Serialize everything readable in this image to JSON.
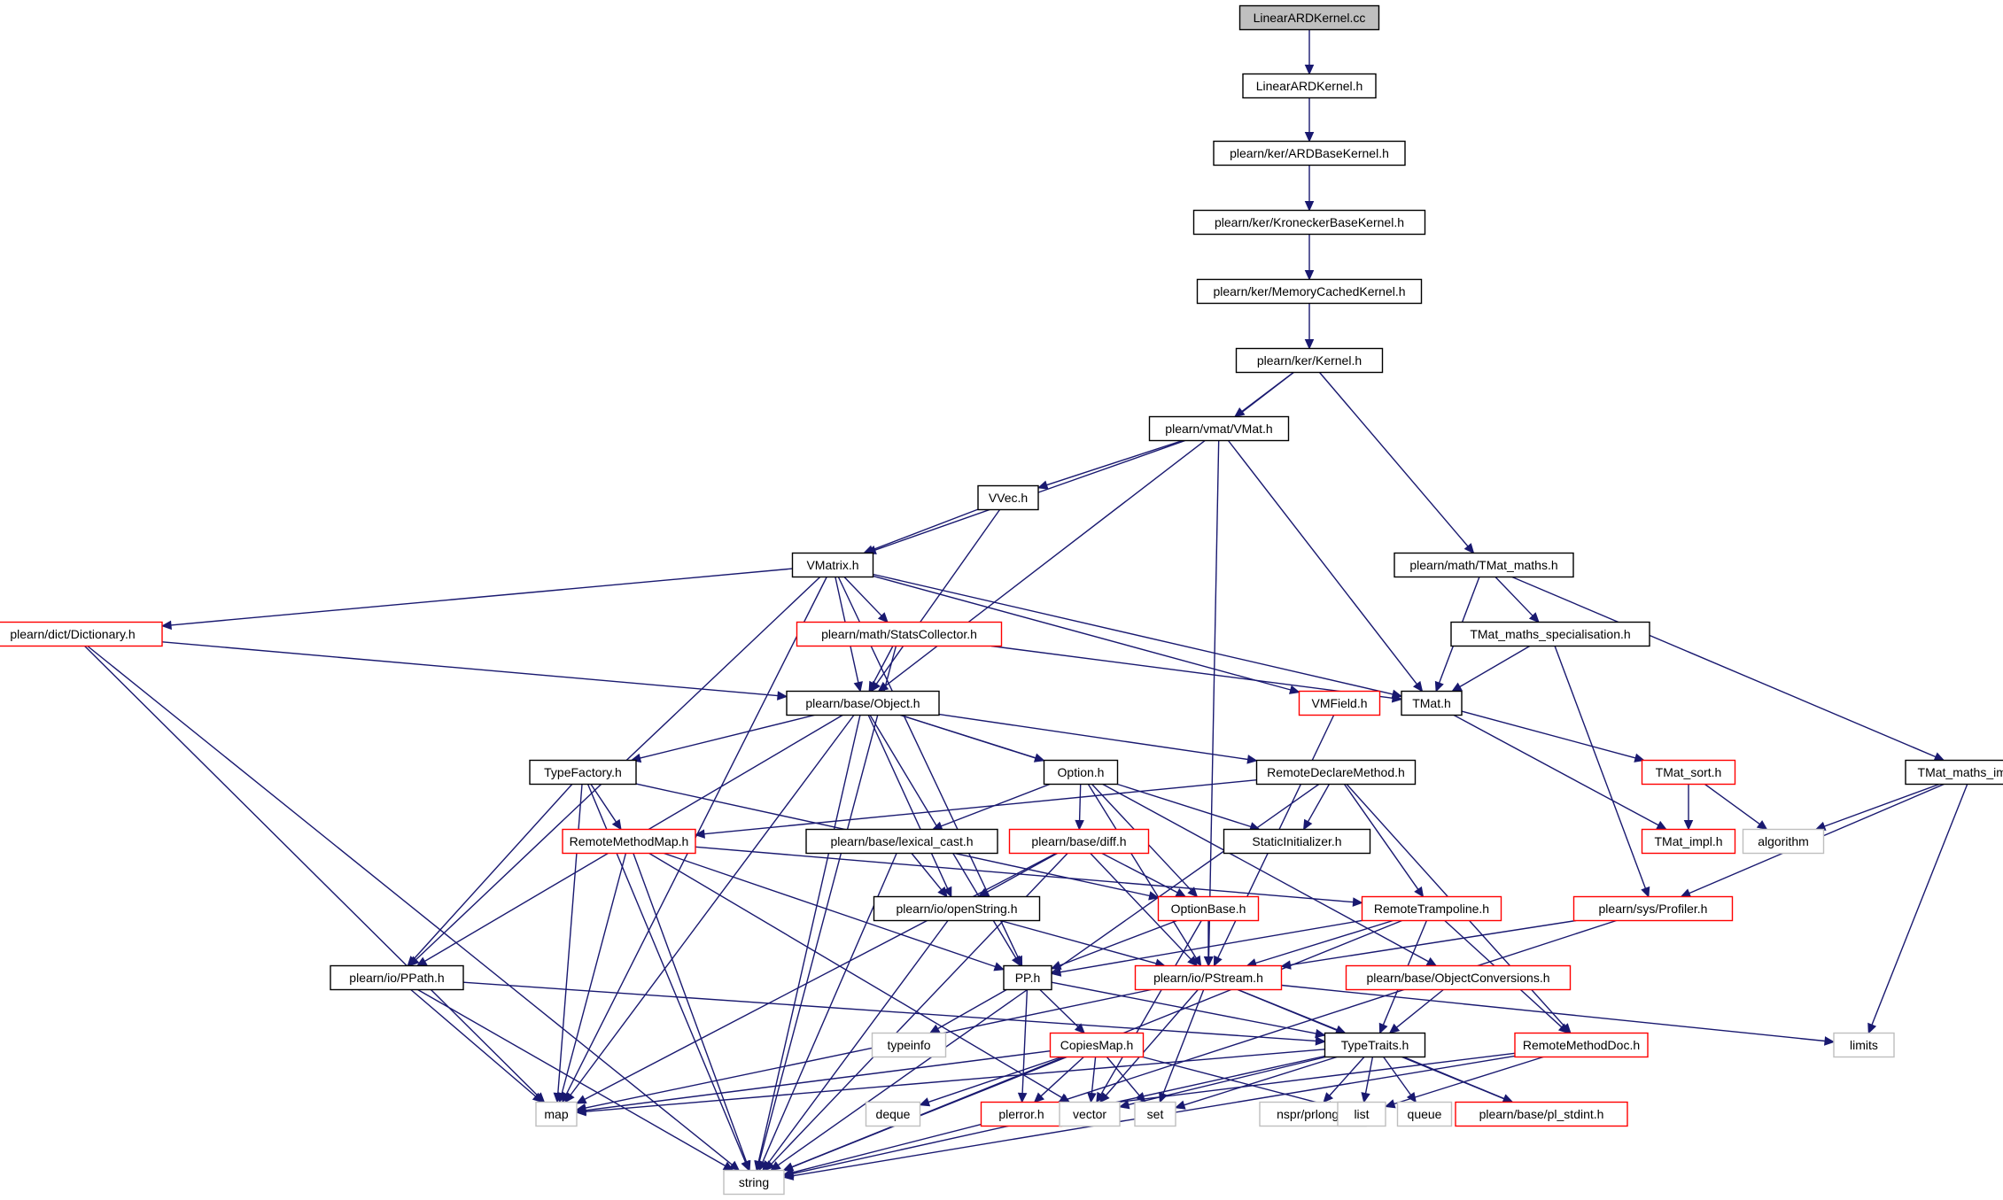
{
  "colors": {
    "edge": "#191970",
    "box_border_normal": "#000000",
    "box_border_truncated": "#ff0000",
    "box_border_external": "#bfbfbf",
    "box_fill_root": "#bfbfbf",
    "box_fill": "#ffffff"
  },
  "nodes": [
    {
      "id": "n0",
      "label": "LinearARDKernel.cc",
      "kind": "root"
    },
    {
      "id": "n1",
      "label": "LinearARDKernel.h",
      "kind": "normal"
    },
    {
      "id": "n2",
      "label": "plearn/ker/ARDBaseKernel.h",
      "kind": "normal"
    },
    {
      "id": "n3",
      "label": "plearn/ker/KroneckerBaseKernel.h",
      "kind": "normal"
    },
    {
      "id": "n4",
      "label": "plearn/ker/MemoryCachedKernel.h",
      "kind": "normal"
    },
    {
      "id": "n5",
      "label": "plearn/ker/Kernel.h",
      "kind": "normal"
    },
    {
      "id": "n6",
      "label": "plearn/vmat/VMat.h",
      "kind": "normal"
    },
    {
      "id": "n7",
      "label": "VVec.h",
      "kind": "normal"
    },
    {
      "id": "n8",
      "label": "VMatrix.h",
      "kind": "normal"
    },
    {
      "id": "n9",
      "label": "plearn/math/TMat_maths.h",
      "kind": "normal"
    },
    {
      "id": "n10",
      "label": "plearn/dict/Dictionary.h",
      "kind": "truncated"
    },
    {
      "id": "n11",
      "label": "plearn/math/StatsCollector.h",
      "kind": "truncated"
    },
    {
      "id": "n12",
      "label": "TMat_maths_specialisation.h",
      "kind": "normal"
    },
    {
      "id": "n13",
      "label": "plearn/base/Object.h",
      "kind": "normal"
    },
    {
      "id": "n14",
      "label": "VMField.h",
      "kind": "truncated"
    },
    {
      "id": "n15",
      "label": "TMat.h",
      "kind": "normal"
    },
    {
      "id": "n16",
      "label": "TypeFactory.h",
      "kind": "normal"
    },
    {
      "id": "n17",
      "label": "Option.h",
      "kind": "normal"
    },
    {
      "id": "n18",
      "label": "RemoteDeclareMethod.h",
      "kind": "normal"
    },
    {
      "id": "n19",
      "label": "TMat_sort.h",
      "kind": "truncated"
    },
    {
      "id": "n20",
      "label": "TMat_maths_impl.h",
      "kind": "normal"
    },
    {
      "id": "n21",
      "label": "RemoteMethodMap.h",
      "kind": "truncated"
    },
    {
      "id": "n22",
      "label": "plearn/base/lexical_cast.h",
      "kind": "normal"
    },
    {
      "id": "n23",
      "label": "plearn/base/diff.h",
      "kind": "truncated"
    },
    {
      "id": "n24",
      "label": "StaticInitializer.h",
      "kind": "normal"
    },
    {
      "id": "n25",
      "label": "TMat_impl.h",
      "kind": "truncated"
    },
    {
      "id": "n26",
      "label": "algorithm",
      "kind": "external"
    },
    {
      "id": "n27",
      "label": "plearn/io/openString.h",
      "kind": "normal"
    },
    {
      "id": "n28",
      "label": "OptionBase.h",
      "kind": "truncated"
    },
    {
      "id": "n29",
      "label": "RemoteTrampoline.h",
      "kind": "truncated"
    },
    {
      "id": "n30",
      "label": "plearn/sys/Profiler.h",
      "kind": "truncated"
    },
    {
      "id": "n31",
      "label": "plearn/io/PPath.h",
      "kind": "normal"
    },
    {
      "id": "n32",
      "label": "PP.h",
      "kind": "normal"
    },
    {
      "id": "n33",
      "label": "plearn/io/PStream.h",
      "kind": "truncated"
    },
    {
      "id": "n34",
      "label": "plearn/base/ObjectConversions.h",
      "kind": "truncated"
    },
    {
      "id": "n35",
      "label": "typeinfo",
      "kind": "external"
    },
    {
      "id": "n36",
      "label": "CopiesMap.h",
      "kind": "truncated"
    },
    {
      "id": "n37",
      "label": "TypeTraits.h",
      "kind": "normal"
    },
    {
      "id": "n38",
      "label": "RemoteMethodDoc.h",
      "kind": "truncated"
    },
    {
      "id": "n39",
      "label": "limits",
      "kind": "external"
    },
    {
      "id": "n40",
      "label": "map",
      "kind": "external"
    },
    {
      "id": "n41",
      "label": "deque",
      "kind": "external"
    },
    {
      "id": "n42",
      "label": "plerror.h",
      "kind": "truncated"
    },
    {
      "id": "n43",
      "label": "vector",
      "kind": "external"
    },
    {
      "id": "n44",
      "label": "set",
      "kind": "external"
    },
    {
      "id": "n45",
      "label": "nspr/prlong.h",
      "kind": "external"
    },
    {
      "id": "n46",
      "label": "list",
      "kind": "external"
    },
    {
      "id": "n47",
      "label": "queue",
      "kind": "external"
    },
    {
      "id": "n48",
      "label": "plearn/base/pl_stdint.h",
      "kind": "truncated"
    },
    {
      "id": "n49",
      "label": "string",
      "kind": "external"
    }
  ],
  "edges": [
    [
      "n0",
      "n1"
    ],
    [
      "n1",
      "n2"
    ],
    [
      "n2",
      "n3"
    ],
    [
      "n3",
      "n4"
    ],
    [
      "n4",
      "n5"
    ],
    [
      "n5",
      "n6"
    ],
    [
      "n5",
      "n13"
    ],
    [
      "n5",
      "n9"
    ],
    [
      "n6",
      "n8"
    ],
    [
      "n6",
      "n7"
    ],
    [
      "n6",
      "n15"
    ],
    [
      "n6",
      "n33"
    ],
    [
      "n7",
      "n8"
    ],
    [
      "n7",
      "n13"
    ],
    [
      "n8",
      "n10"
    ],
    [
      "n8",
      "n11"
    ],
    [
      "n8",
      "n13"
    ],
    [
      "n8",
      "n14"
    ],
    [
      "n8",
      "n15"
    ],
    [
      "n8",
      "n31"
    ],
    [
      "n8",
      "n32"
    ],
    [
      "n8",
      "n40"
    ],
    [
      "n9",
      "n12"
    ],
    [
      "n9",
      "n15"
    ],
    [
      "n9",
      "n20"
    ],
    [
      "n10",
      "n13"
    ],
    [
      "n10",
      "n40"
    ],
    [
      "n10",
      "n49"
    ],
    [
      "n11",
      "n13"
    ],
    [
      "n11",
      "n15"
    ],
    [
      "n11",
      "n49"
    ],
    [
      "n12",
      "n15"
    ],
    [
      "n12",
      "n30"
    ],
    [
      "n13",
      "n16"
    ],
    [
      "n13",
      "n17"
    ],
    [
      "n13",
      "n18"
    ],
    [
      "n13",
      "n24"
    ],
    [
      "n13",
      "n27"
    ],
    [
      "n13",
      "n31"
    ],
    [
      "n13",
      "n32"
    ],
    [
      "n13",
      "n40"
    ],
    [
      "n13",
      "n49"
    ],
    [
      "n14",
      "n33"
    ],
    [
      "n15",
      "n19"
    ],
    [
      "n15",
      "n25"
    ],
    [
      "n16",
      "n21"
    ],
    [
      "n16",
      "n31"
    ],
    [
      "n16",
      "n28"
    ],
    [
      "n16",
      "n40"
    ],
    [
      "n16",
      "n49"
    ],
    [
      "n17",
      "n22"
    ],
    [
      "n17",
      "n23"
    ],
    [
      "n17",
      "n28"
    ],
    [
      "n17",
      "n33"
    ],
    [
      "n17",
      "n34"
    ],
    [
      "n18",
      "n21"
    ],
    [
      "n18",
      "n24"
    ],
    [
      "n18",
      "n29"
    ],
    [
      "n18",
      "n38"
    ],
    [
      "n18",
      "n49"
    ],
    [
      "n19",
      "n25"
    ],
    [
      "n19",
      "n26"
    ],
    [
      "n20",
      "n26"
    ],
    [
      "n20",
      "n30"
    ],
    [
      "n20",
      "n39"
    ],
    [
      "n21",
      "n29"
    ],
    [
      "n21",
      "n32"
    ],
    [
      "n21",
      "n40"
    ],
    [
      "n21",
      "n43"
    ],
    [
      "n21",
      "n49"
    ],
    [
      "n22",
      "n27"
    ],
    [
      "n22",
      "n49"
    ],
    [
      "n23",
      "n27"
    ],
    [
      "n23",
      "n28"
    ],
    [
      "n23",
      "n33"
    ],
    [
      "n23",
      "n40"
    ],
    [
      "n23",
      "n49"
    ],
    [
      "n27",
      "n33"
    ],
    [
      "n27",
      "n49"
    ],
    [
      "n28",
      "n32"
    ],
    [
      "n28",
      "n33"
    ],
    [
      "n28",
      "n43"
    ],
    [
      "n29",
      "n32"
    ],
    [
      "n29",
      "n33"
    ],
    [
      "n29",
      "n37"
    ],
    [
      "n29",
      "n38"
    ],
    [
      "n29",
      "n49"
    ],
    [
      "n30",
      "n33"
    ],
    [
      "n30",
      "n42"
    ],
    [
      "n31",
      "n37"
    ],
    [
      "n31",
      "n40"
    ],
    [
      "n31",
      "n49"
    ],
    [
      "n32",
      "n35"
    ],
    [
      "n32",
      "n36"
    ],
    [
      "n32",
      "n37"
    ],
    [
      "n32",
      "n42"
    ],
    [
      "n33",
      "n37"
    ],
    [
      "n33",
      "n40"
    ],
    [
      "n33",
      "n43"
    ],
    [
      "n33",
      "n44"
    ],
    [
      "n33",
      "n39"
    ],
    [
      "n33",
      "n48"
    ],
    [
      "n34",
      "n37"
    ],
    [
      "n36",
      "n40"
    ],
    [
      "n36",
      "n41"
    ],
    [
      "n36",
      "n42"
    ],
    [
      "n36",
      "n43"
    ],
    [
      "n36",
      "n44"
    ],
    [
      "n36",
      "n46"
    ],
    [
      "n36",
      "n49"
    ],
    [
      "n37",
      "n40"
    ],
    [
      "n37",
      "n43"
    ],
    [
      "n37",
      "n44"
    ],
    [
      "n37",
      "n45"
    ],
    [
      "n37",
      "n46"
    ],
    [
      "n37",
      "n47"
    ],
    [
      "n37",
      "n48"
    ],
    [
      "n37",
      "n49"
    ],
    [
      "n38",
      "n42"
    ],
    [
      "n38",
      "n46"
    ],
    [
      "n38",
      "n49"
    ],
    [
      "n42",
      "n49"
    ]
  ]
}
